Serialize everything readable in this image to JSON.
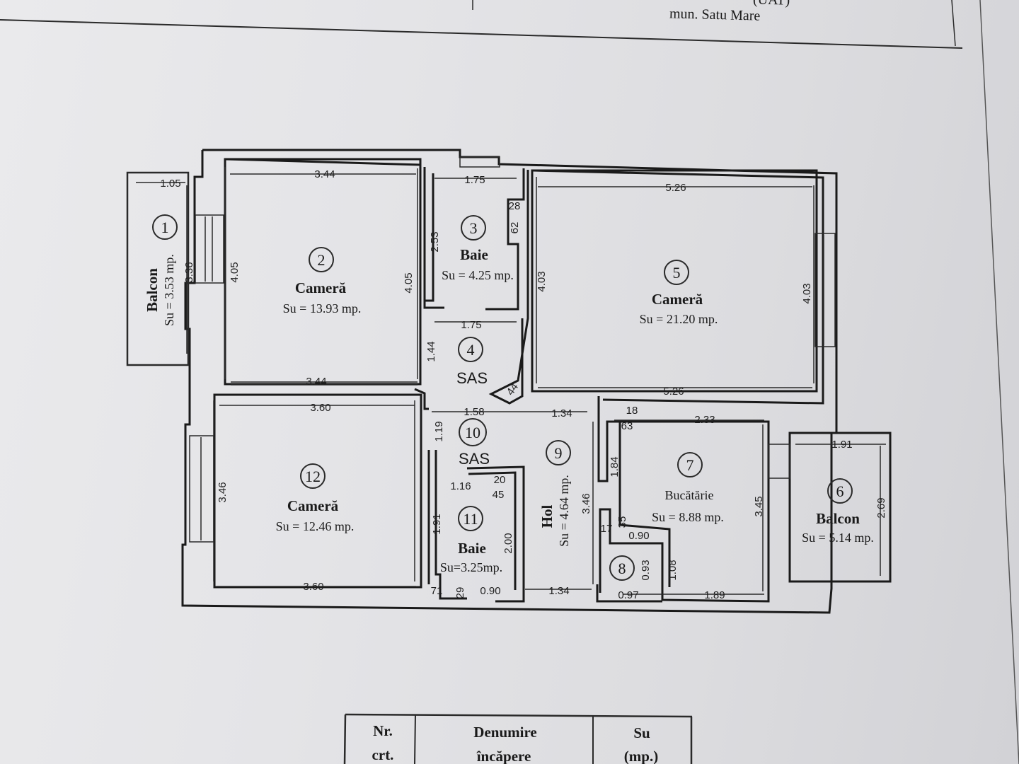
{
  "header": {
    "top_partial": "(UAT)",
    "location": "mun. Satu Mare"
  },
  "rooms": [
    {
      "id": "r1",
      "number": "1",
      "name": "Balcon",
      "area": "Su = 3.53 mp."
    },
    {
      "id": "r2",
      "number": "2",
      "name": "Cameră",
      "area": "Su = 13.93 mp."
    },
    {
      "id": "r3",
      "number": "3",
      "name": "Baie",
      "area": "Su = 4.25 mp."
    },
    {
      "id": "r4",
      "number": "4",
      "name": "SAS",
      "area": ""
    },
    {
      "id": "r5",
      "number": "5",
      "name": "Cameră",
      "area": "Su = 21.20 mp."
    },
    {
      "id": "r6",
      "number": "6",
      "name": "Balcon",
      "area": "Su = 5.14 mp."
    },
    {
      "id": "r7",
      "number": "7",
      "name": "Bucătărie",
      "area": "Su = 8.88 mp."
    },
    {
      "id": "r8",
      "number": "8",
      "name": "",
      "area": ""
    },
    {
      "id": "r9",
      "number": "9",
      "name": "Hol",
      "area": "Su = 4.64 mp."
    },
    {
      "id": "r10",
      "number": "10",
      "name": "SAS",
      "area": ""
    },
    {
      "id": "r11",
      "number": "11",
      "name": "Baie",
      "area": "Su=3.25mp."
    },
    {
      "id": "r12",
      "number": "12",
      "name": "Cameră",
      "area": "Su = 12.46 mp."
    }
  ],
  "dimensions": [
    "1.05",
    "3.36",
    "3.44",
    "4.05",
    "4.05",
    "3.44",
    "1.75",
    "2.53",
    "28",
    "62",
    "1.75",
    "1.44",
    "44",
    "5.26",
    "4.03",
    "4.03",
    "5.26",
    "3.60",
    "3.46",
    "3.60",
    "1.58",
    "1.19",
    "1.34",
    "18",
    "63",
    "2.33",
    "1.84",
    "20",
    "1.16",
    "45",
    "1.91",
    "2.00",
    "71",
    "29",
    "0.90",
    "1.34",
    "3.46",
    "17",
    "35",
    "0.90",
    "0.93",
    "1.08",
    "0.97",
    "1.89",
    "3.45",
    "1.91",
    "2.69"
  ],
  "table": {
    "headers": [
      {
        "line1": "Nr.",
        "line2": "crt."
      },
      {
        "line1": "Denumire",
        "line2": "încăpere"
      },
      {
        "line1": "Su",
        "line2": "(mp.)"
      }
    ]
  }
}
